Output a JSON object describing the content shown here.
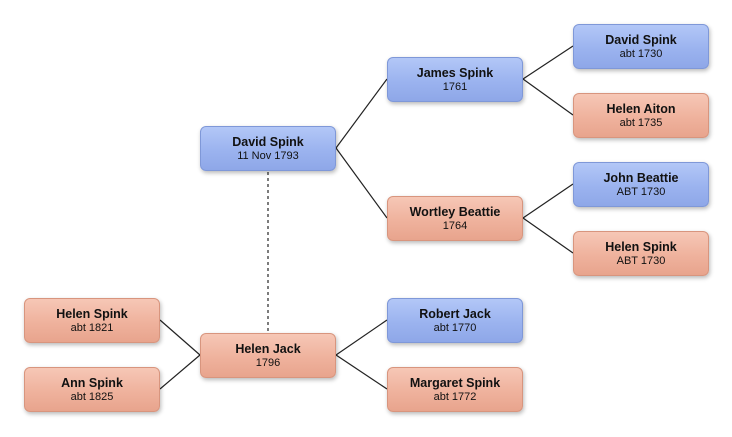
{
  "people": {
    "david_spink_1793": {
      "name": "David Spink",
      "date": "11 Nov 1793",
      "gender": "male"
    },
    "james_spink": {
      "name": "James Spink",
      "date": "1761",
      "gender": "male"
    },
    "wortley_beattie": {
      "name": "Wortley Beattie",
      "date": "1764",
      "gender": "female"
    },
    "david_spink_1730": {
      "name": "David Spink",
      "date": "abt 1730",
      "gender": "male"
    },
    "helen_aiton": {
      "name": "Helen Aiton",
      "date": "abt 1735",
      "gender": "female"
    },
    "john_beattie": {
      "name": "John Beattie",
      "date": "ABT 1730",
      "gender": "male"
    },
    "helen_spink_1730": {
      "name": "Helen Spink",
      "date": "ABT 1730",
      "gender": "female"
    },
    "helen_jack": {
      "name": "Helen Jack",
      "date": "1796",
      "gender": "female"
    },
    "robert_jack": {
      "name": "Robert Jack",
      "date": "abt 1770",
      "gender": "male"
    },
    "margaret_spink": {
      "name": "Margaret Spink",
      "date": "abt 1772",
      "gender": "female"
    },
    "helen_spink_1821": {
      "name": "Helen Spink",
      "date": "abt 1821",
      "gender": "female"
    },
    "ann_spink": {
      "name": "Ann Spink",
      "date": "abt 1825",
      "gender": "female"
    }
  }
}
